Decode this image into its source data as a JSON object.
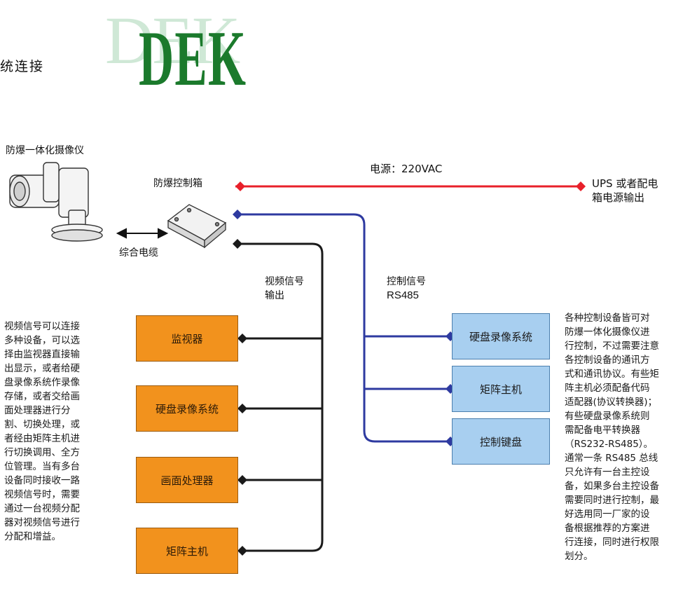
{
  "header": {
    "heading": "统连接",
    "logo_ghost": "DEK",
    "logo_main": "DEK"
  },
  "camera": {
    "label": "防爆一体化摄像仪"
  },
  "control_box": {
    "label": "防爆控制箱"
  },
  "cable": {
    "label": "综合电缆"
  },
  "power": {
    "label": "电源：220VAC",
    "source_line1": "UPS 或者配电",
    "source_line2": "箱电源输出"
  },
  "video_signal": {
    "line1": "视频信号",
    "line2": "输出"
  },
  "control_signal": {
    "line1": "控制信号",
    "line2": "RS485"
  },
  "video_devices": [
    "监视器",
    "硬盘录像系统",
    "画面处理器",
    "矩阵主机"
  ],
  "control_devices": [
    "硬盘录像系统",
    "矩阵主机",
    "控制键盘"
  ],
  "left_note": [
    "视频信号可以连接",
    "多种设备，可以选",
    "择由监视器直接输",
    "出显示，或者给硬",
    "盘录像系统作录像",
    "存储，或者交给画",
    "面处理器进行分",
    "割、切换处理，或",
    "者经由矩阵主机进",
    "行切换调用、全方",
    "位管理。当有多台",
    "设备同时接收一路",
    "视频信号时，需要",
    "通过一台视频分配",
    "器对视频信号进行",
    "分配和增益。"
  ],
  "right_note": [
    "各种控制设备皆可对",
    "防爆一体化摄像仪进",
    "行控制，不过需要注意",
    "各控制设备的通讯方",
    "式和通讯协议。有些矩",
    "阵主机必须配备代码",
    "适配器(协议转换器)；",
    "有些硬盘录像系统则",
    "需配备电平转换器",
    "（RS232-RS485）。",
    "通常一条 RS485 总线",
    "只允许有一台主控设",
    "备，如果多台主控设备",
    "需要同时进行控制，最",
    "好选用同一厂家的设",
    "备根据推荐的方案进",
    "行连接，同时进行权限",
    "划分。"
  ],
  "colors": {
    "power_line": "#e8202a",
    "control_line": "#2e3aa0",
    "video_line": "#1a1a1a",
    "video_box": "#f2921d",
    "control_box": "#a8cff0",
    "logo": "#1b7a2c"
  }
}
